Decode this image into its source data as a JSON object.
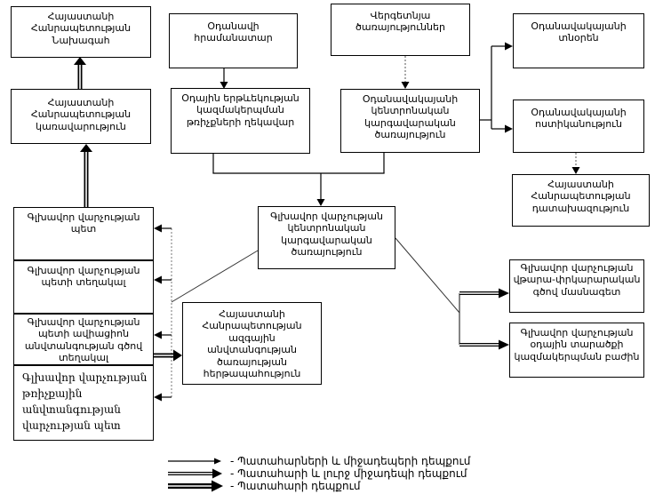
{
  "diagram": {
    "title": "",
    "nodes": {
      "president": {
        "label": "Հայաստանի Հանրապետության Նախագահ"
      },
      "government": {
        "label": "Հայաստանի Հանրապետության կառավարություն"
      },
      "aircraft_commander": {
        "label": "Օդանավի հրամանատար"
      },
      "atc_flights_head": {
        "label": "Օդային երթևեկության կազմակերպման թռիչքների ղեկավար"
      },
      "ground_services": {
        "label": "Վերգետնյա ծառայություններ"
      },
      "airport_dispatch": {
        "label": "Օդանավակայանի կենտրոնական կարգավարական ծառայություն"
      },
      "airport_director": {
        "label": "Օդանավակայանի տնօրեն"
      },
      "airport_police": {
        "label": "Օդանավակայանի ոստիկանություն"
      },
      "prosecutor": {
        "label": "Հայաստանի Հանրապետության դատախազություն"
      },
      "central_dispatch": {
        "label": "Գլխավոր վարչության կենտրոնական կարգավարական ծառայություն"
      },
      "dept_head": {
        "label": "Գլխավոր վարչության պետ"
      },
      "dept_deputy": {
        "label": "Գլխավոր վարչության պետի տեղակալ"
      },
      "dept_deputy_aviation_security": {
        "label": "Գլխավոր վարչության պետի ավիացիոն անվտանգության գծով տեղակալ"
      },
      "flight_safety_dept_head": {
        "label": "Գլխավոր վարչության թռիչքային անվտանգության վարչության պետ"
      },
      "nss_duty": {
        "label": "Հայաստանի Հանրապետության ազգային անվտանգության ծառայության հերթապահություն"
      },
      "rescue_specialist": {
        "label": "Գլխավոր վարչության վթարա-փրկարարական գծով մասնագետ"
      },
      "airspace_division": {
        "label": "Գլխավոր վարչության օդային տարածքի կազմակերպման բաժին"
      }
    },
    "legend": {
      "items": [
        {
          "arrow": "thin-arrow",
          "label": "- Պատահարների և միջադեպերի դեպքում"
        },
        {
          "arrow": "double-arrow",
          "label": "- Պատահարի և լուրջ միջադեպի դեպքում"
        },
        {
          "arrow": "thick-arrow",
          "label": "- Պատահարի դեպքում"
        }
      ]
    },
    "colors": {
      "line": "#000000",
      "dotted_line": "#666666",
      "background": "#ffffff"
    }
  }
}
